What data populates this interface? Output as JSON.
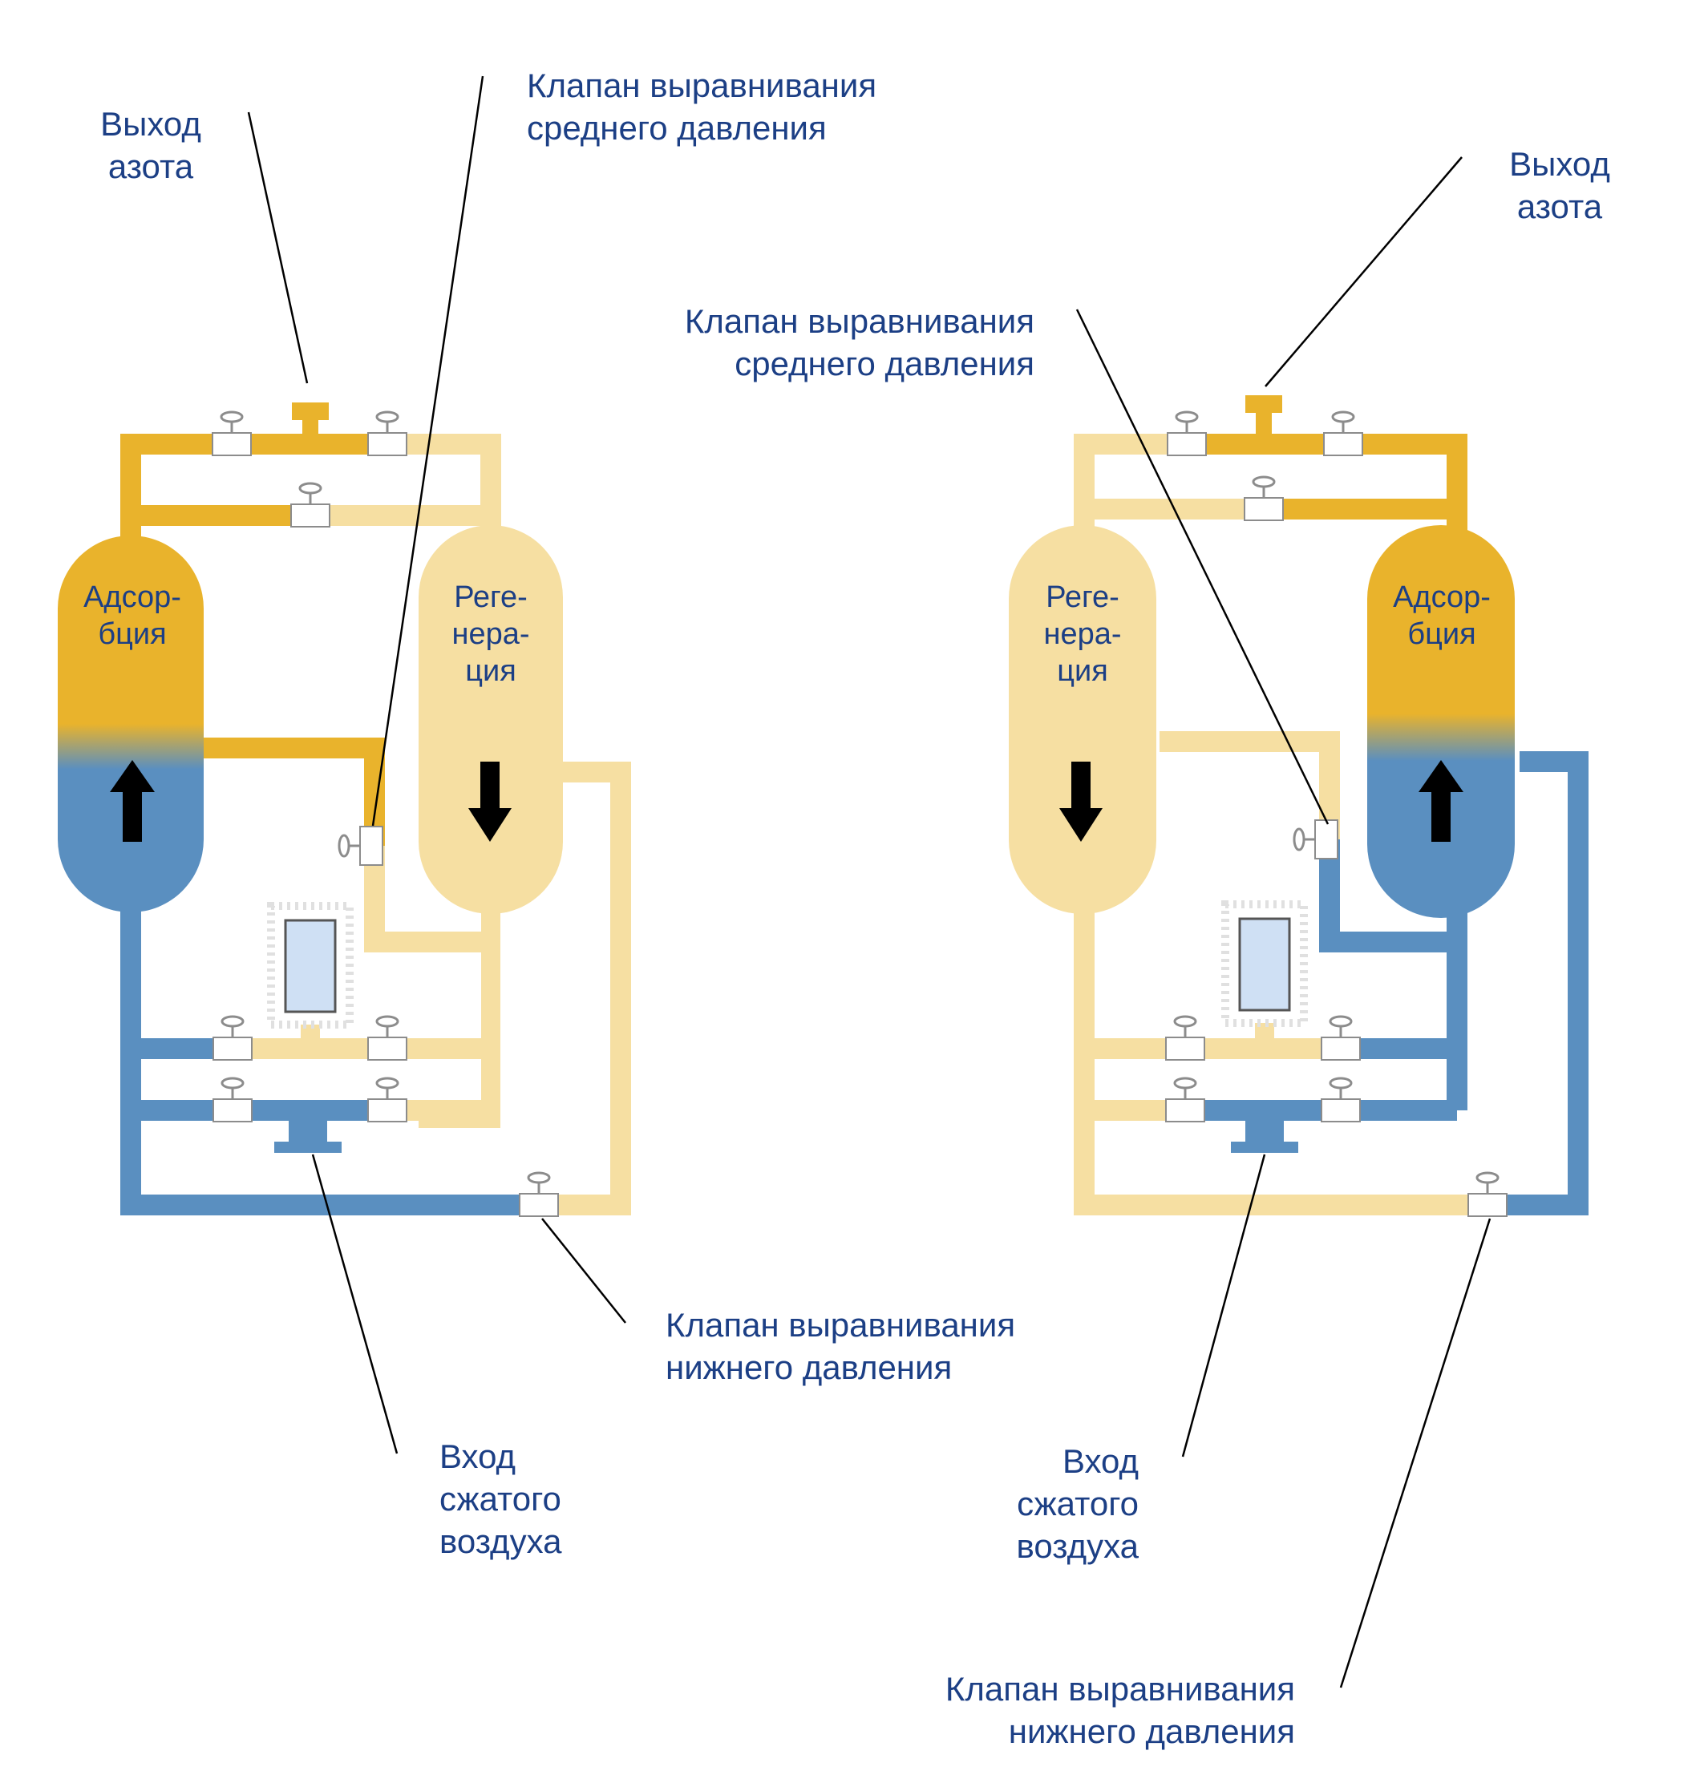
{
  "colors": {
    "adsorption_gold": "#e9b32c",
    "regeneration_cream": "#f6dfa2",
    "air_blue": "#5a8fc0",
    "label_text": "#1c3f85",
    "leader_line": "#000000"
  },
  "left_diagram": {
    "nitrogen_outlet": [
      "Выход",
      "азота"
    ],
    "medium_valve": [
      "Клапан выравнивания",
      "среднего давления"
    ],
    "adsorption_vessel": [
      "Адсор-",
      "бция"
    ],
    "regeneration_vessel": [
      "Реге-",
      "нера-",
      "ция"
    ],
    "low_valve": [
      "Клапан выравнивания",
      "нижнего давления"
    ],
    "air_inlet": [
      "Вход",
      "сжатого",
      "воздуха"
    ]
  },
  "right_diagram": {
    "nitrogen_outlet": [
      "Выход",
      "азота"
    ],
    "medium_valve": [
      "Клапан выравнивания",
      "среднего давления"
    ],
    "regeneration_vessel": [
      "Реге-",
      "нера-",
      "ция"
    ],
    "adsorption_vessel": [
      "Адсор-",
      "бция"
    ],
    "air_inlet": [
      "Вход",
      "сжатого",
      "воздуха"
    ],
    "low_valve": [
      "Клапан выравнивания",
      "нижнего давления"
    ]
  }
}
